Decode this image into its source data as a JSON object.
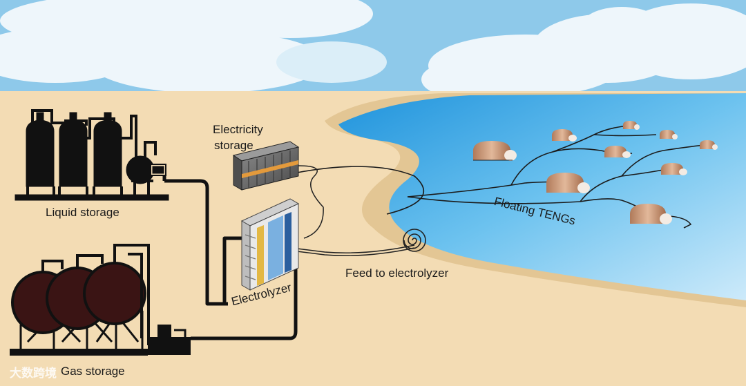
{
  "labels": {
    "liquid_storage": "Liquid storage",
    "gas_storage": "Gas storage",
    "electricity_storage_line1": "Electricity",
    "electricity_storage_line2": "storage",
    "electrolyzer": "Electrolyzer",
    "feed": "Feed to electrolyzer",
    "floating_tengs": "Floating TENGs"
  },
  "watermark": "大数跨境",
  "colors": {
    "sky": "#8ec9ea",
    "sand": "#f3dcb4",
    "sea": "#39a6e6",
    "sea_light": "#bfe3f7",
    "tank_black": "#111111",
    "gas_tank": "#3a1414",
    "teng_shell": "#c9987a",
    "battery": "#6f6f6f",
    "battery_stripe": "#e39a3c"
  },
  "icons": [
    "liquid-tank-icon",
    "gas-tank-icon",
    "battery-icon",
    "electrolyzer-icon",
    "water-pump-icon",
    "teng-buoy-icon"
  ]
}
